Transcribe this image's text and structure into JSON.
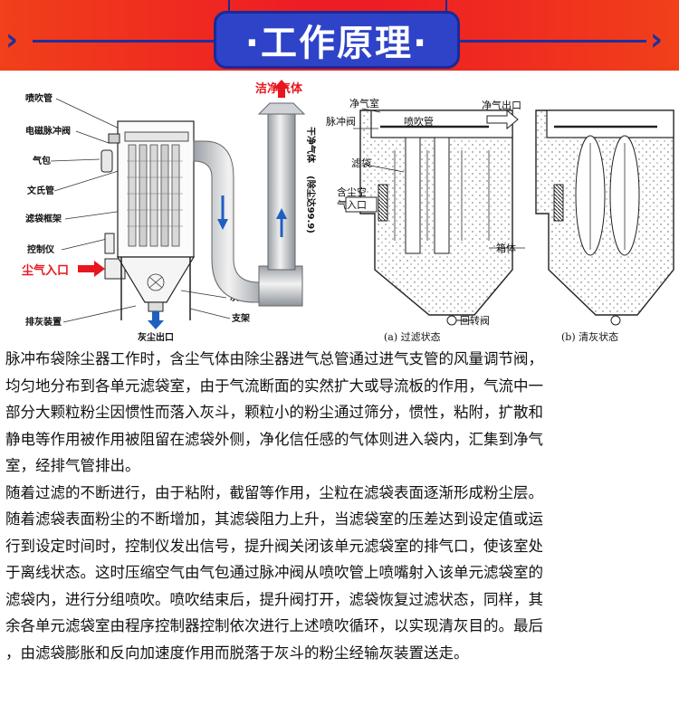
{
  "header": {
    "title": "·工作原理·"
  },
  "diagram_left": {
    "labels": {
      "nozzle_pipe": "喷吹管",
      "pulse_valve": "电磁脉冲阀",
      "air_bag": "气包",
      "venturi": "文氏管",
      "bag_frame": "滤袋框架",
      "controller": "控制仪",
      "dust_inlet": "尘气入口",
      "discharge": "排灰装置",
      "ash_outlet": "灰尘出口",
      "hopper": "灰斗",
      "support": "支架",
      "clean_gas": "洁净气体",
      "dry_gas": "干净气体",
      "dedust_rate": "(除尘达99.9)"
    }
  },
  "diagram_right": {
    "labels": {
      "clean_room": "净气室",
      "pulse_valve": "脉冲阀",
      "nozzle_pipe": "喷吹管",
      "clean_outlet": "净气出口",
      "filter_bag": "滤袋",
      "dusty_in_1": "含尘空",
      "dusty_in_2": "气入口",
      "box": "箱体",
      "rotary_valve": "回转阀",
      "caption_a": "(a)  过滤状态",
      "caption_b": "(b)  清灰状态"
    }
  },
  "body": {
    "paragraphs": [
      [
        "脉冲布袋除尘器工作时，含尘气体由除尘器进气总管通过进气支管的风量调节阀，",
        "均匀地分布到各单元滤袋室，由于气流断面的实然扩大或导流板的作用，气流中一",
        "部分大颗粒粉尘因惯性而落入灰斗，颗粒小的粉尘通过筛分，惯性，粘附，扩散和",
        "静电等作用被作用被阻留在滤袋外侧，净化信任感的气体则进入袋内，汇集到净气",
        "室，经排气管排出。"
      ],
      [
        "随着过滤的不断进行，由于粘附，截留等作用，尘粒在滤袋表面逐渐形成粉尘层。"
      ],
      [
        "随着滤袋表面粉尘的不断增加，其滤袋阻力上升，当滤袋室的压差达到设定值或运",
        "行到设定时间时，控制仪发出信号，提升阀关闭该单元滤袋室的排气口，使该室处",
        "于离线状态。这时压缩空气由气包通过脉冲阀从喷吹管上喷嘴射入该单元滤袋室的",
        "滤袋内，进行分组喷吹。喷吹结束后，提升阀打开，滤袋恢复过滤状态，同样，其",
        "余各单元滤袋室由程序控制器控制依次进行上述喷吹循环，以实现清灰目的。最后",
        "，由滤袋膨胀和反向加速度作用而脱落于灰斗的粉尘经输灰装置送走。"
      ]
    ]
  },
  "colors": {
    "banner_red": "#ee1c24",
    "title_blue": "#2e43c8",
    "accent_blue": "#1f2f9c",
    "label_red": "#e8161d"
  }
}
